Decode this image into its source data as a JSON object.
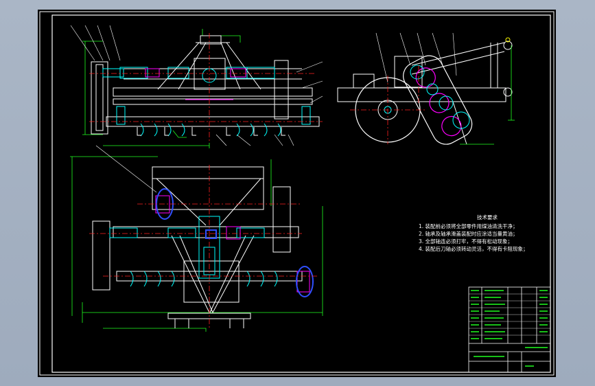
{
  "tech_requirements": {
    "title": "技术要求",
    "items": [
      "1. 装配前必须将全部零件用煤油清洗干净；",
      "2. 轴承及轴承滑盖装配时应涂适当量黄油；",
      "3. 全部轴连必须打牢，不得有松动现象；",
      "4. 装配后刀轴必须转动灵活，不得有卡阻现象；"
    ]
  },
  "colors": {
    "sheet_bg": "#000000",
    "outline": "#ffffff",
    "frame": "#00ff00",
    "centerline": "#ff2020",
    "hidden": "#ff00ff",
    "part": "#00ffff",
    "dimension": "#20ff20"
  }
}
